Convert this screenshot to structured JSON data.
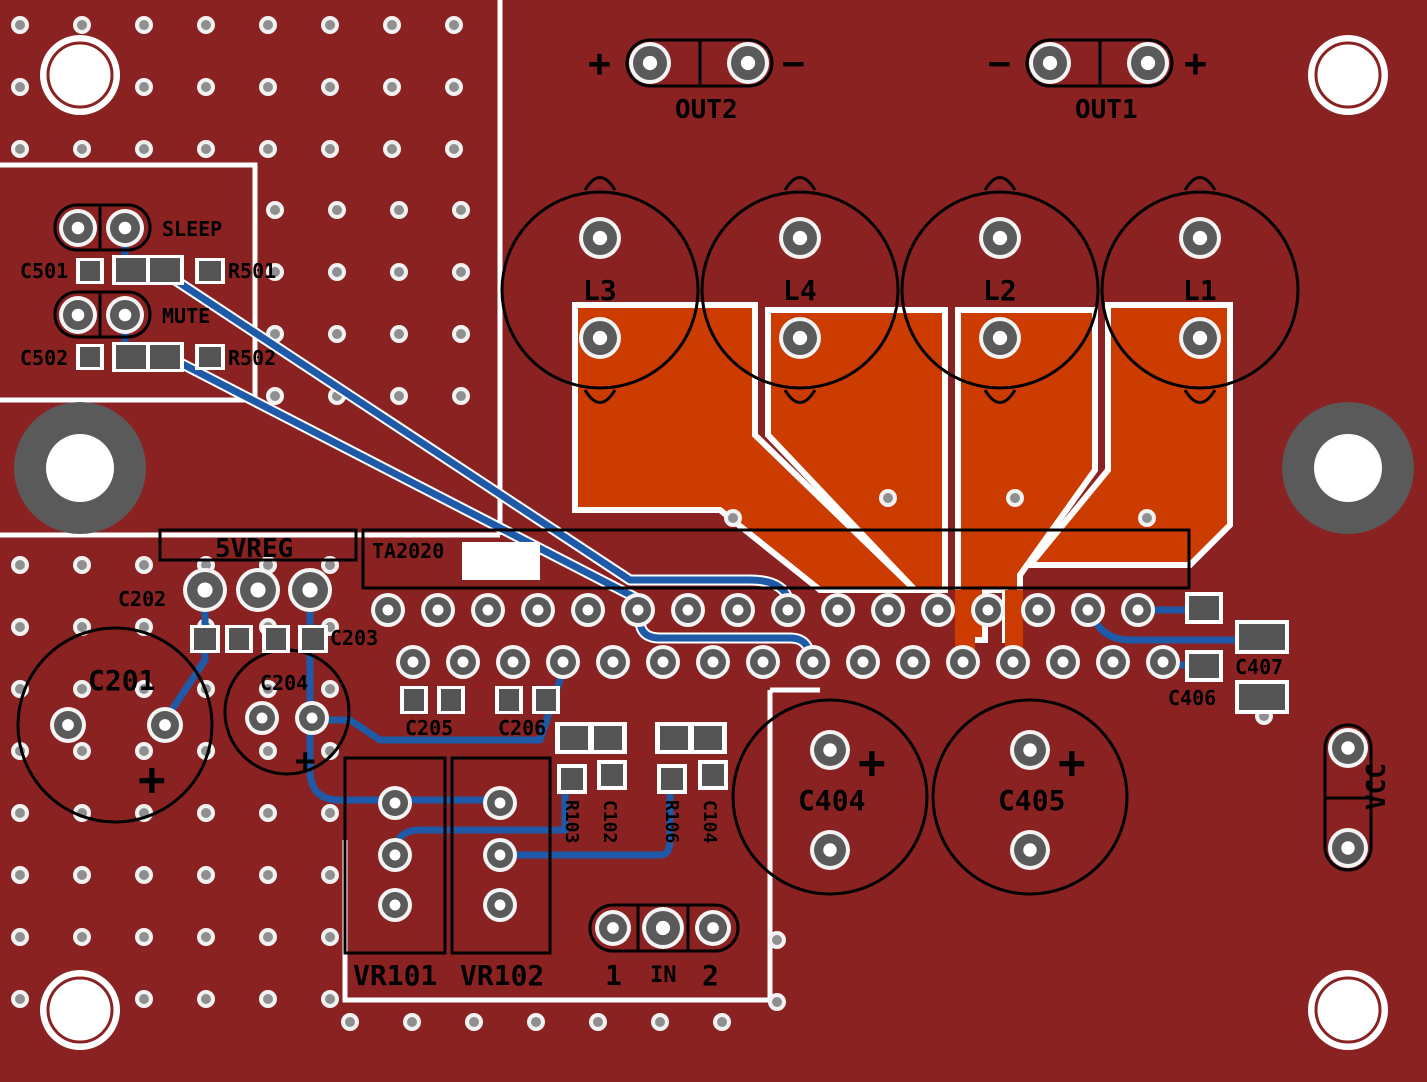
{
  "board": {
    "copper_color": "#8a2222",
    "pour_color": "#cc3c00",
    "trace_color": "#1e5aa8",
    "silk_color": "#000000"
  },
  "labels": {
    "out2": "OUT2",
    "out1": "OUT1",
    "out2_plus": "+",
    "out2_minus": "−",
    "out1_minus": "−",
    "out1_plus": "+",
    "sleep": "SLEEP",
    "mute": "MUTE",
    "c501": "C501",
    "r501": "R501",
    "c502": "C502",
    "r502": "R502",
    "l3": "L3",
    "l4": "L4",
    "l2": "L2",
    "l1": "L1",
    "reg": "5VREG",
    "ic": "TA2020",
    "c202": "C202",
    "c203": "C203",
    "c201": "C201",
    "c204": "C204",
    "c205": "C205",
    "c206": "C206",
    "c404": "C404",
    "c405": "C405",
    "c406": "C406",
    "c407": "C407",
    "vr101": "VR101",
    "vr102": "VR102",
    "r103": "R103",
    "c102": "C102",
    "r106": "R106",
    "c104": "C104",
    "in_1": "1",
    "in": "IN",
    "in_2": "2",
    "vcc": "VCC",
    "plus": "+"
  }
}
